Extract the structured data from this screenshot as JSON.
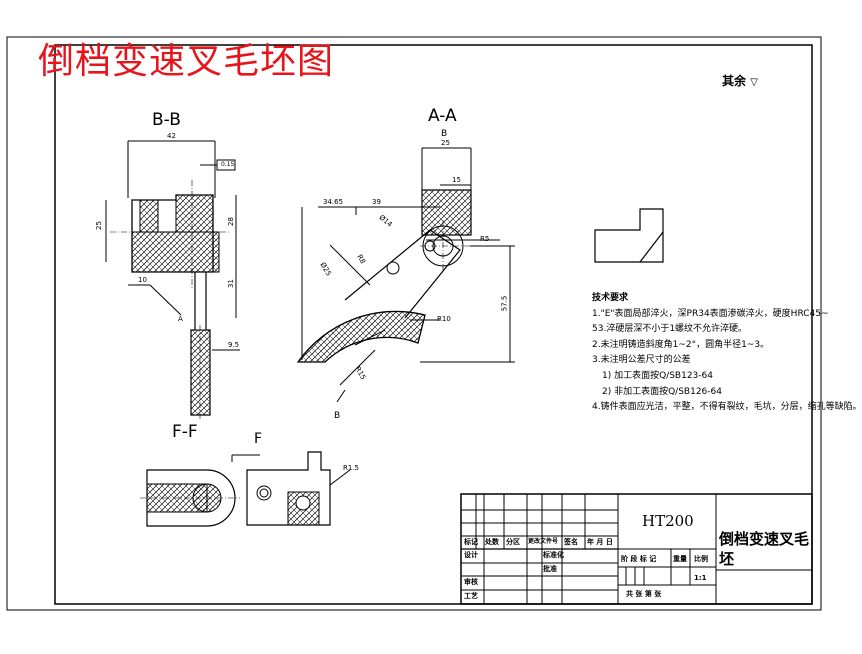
{
  "title": "倒档变速叉毛坯图",
  "roughness_label": "其余",
  "sections": {
    "bb": "B-B",
    "aa": "A-A",
    "ff": "F-F",
    "f_arrow": "F",
    "a_mark": "A",
    "b_mark": "B",
    "b_mark_top": "B"
  },
  "dimensions": {
    "bb_42": "42",
    "bb_tol": "0.15",
    "bb_25": "25",
    "bb_28": "28",
    "bb_31": "31",
    "bb_10": "10",
    "bb_95": "9.5",
    "aa_25": "25",
    "aa_15": "15",
    "aa_39": "39",
    "aa_3465": "34.65",
    "aa_phi14": "Ø14",
    "aa_r5": "R5",
    "aa_r10": "R10",
    "aa_575": "57.5",
    "aa_phi25": "Ø25",
    "aa_r8": "R8",
    "aa_r15": "R15",
    "ff_r15": "R1.5"
  },
  "notes": [
    "技术要求",
    "1.\"E\"表面局部淬火，深PR34表面渗碳淬火，硬度HRC45~",
    "53.淬硬层深不小于1螺纹不允许淬硬。",
    "2.未注明铸造斜度角1~2°，圆角半径1~3。",
    "3.未注明公差尺寸的公差",
    "1) 加工表面按Q/SB123-64",
    "2) 非加工表面按Q/SB126-64",
    "4.铸件表面应光洁，平整，不得有裂纹，毛坑，分层，缩孔等缺陷。"
  ],
  "title_block": {
    "material": "HT200",
    "part_name": "倒档变速叉毛坯",
    "scale": "1:1",
    "rev_headers": [
      "标记",
      "处数",
      "分区",
      "更改文件号",
      "签名",
      "年 月 日"
    ],
    "left_labels": [
      "设计",
      "",
      "审核",
      "工艺"
    ],
    "mid_labels": [
      "标准化",
      "批准",
      "",
      ""
    ],
    "mid_labels2": [
      "",
      "",
      "",
      ""
    ],
    "stage_headers": [
      "阶 段 标 记",
      "重量",
      "比例"
    ],
    "sheet_info": "共   张 第   张"
  }
}
